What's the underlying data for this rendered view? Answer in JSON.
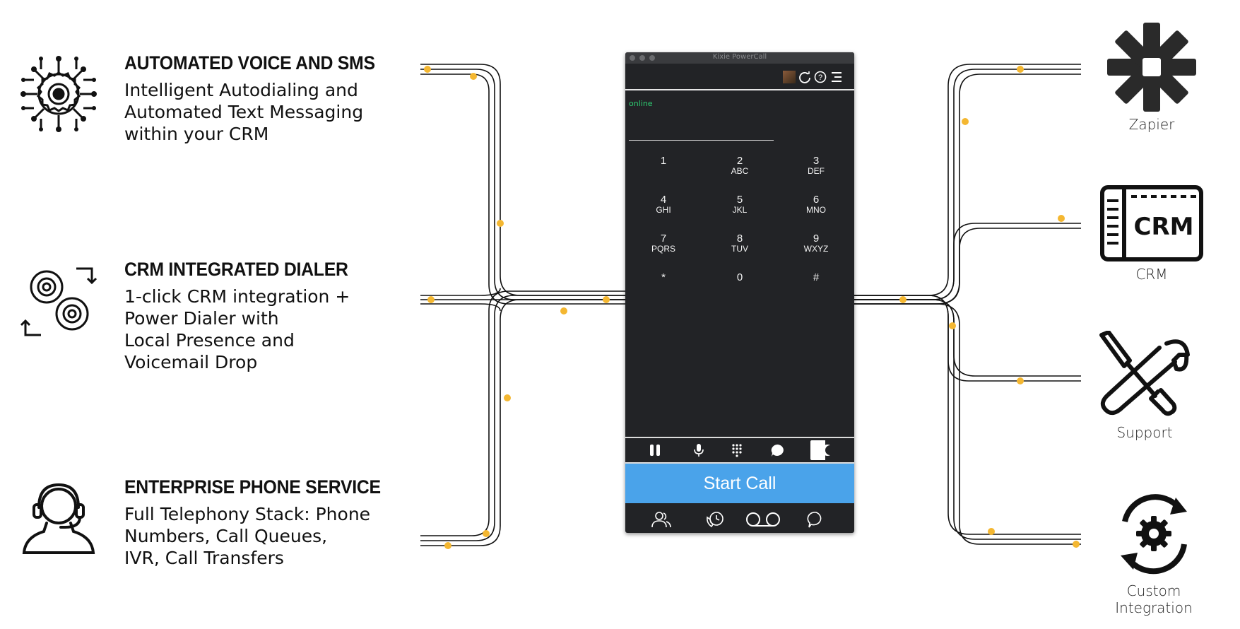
{
  "features": [
    {
      "title": "AUTOMATED VOICE AND SMS",
      "description": "Intelligent Autodialing and\nAutomated Text Messaging\nwithin your CRM",
      "icon": "ai-gear-circuit-icon"
    },
    {
      "title": "CRM INTEGRATED DIALER",
      "description": "1-click CRM integration +\nPower Dialer with\nLocal Presence and\nVoicemail Drop",
      "icon": "gears-sync-icon"
    },
    {
      "title": "ENTERPRISE PHONE SERVICE",
      "description": "Full Telephony Stack: Phone\nNumbers, Call Queues,\nIVR, Call Transfers",
      "icon": "headset-agent-icon"
    }
  ],
  "phone": {
    "window_title": "Kixie PowerCall",
    "status": "online",
    "keys": [
      {
        "digit": "1",
        "letters": ""
      },
      {
        "digit": "2",
        "letters": "ABC"
      },
      {
        "digit": "3",
        "letters": "DEF"
      },
      {
        "digit": "4",
        "letters": "GHI"
      },
      {
        "digit": "5",
        "letters": "JKL"
      },
      {
        "digit": "6",
        "letters": "MNO"
      },
      {
        "digit": "7",
        "letters": "PQRS"
      },
      {
        "digit": "8",
        "letters": "TUV"
      },
      {
        "digit": "9",
        "letters": "WXYZ"
      },
      {
        "digit": "*",
        "letters": ""
      },
      {
        "digit": "0",
        "letters": ""
      },
      {
        "digit": "#",
        "letters": ""
      }
    ],
    "start_call_label": "Start Call",
    "accent": "#4aa3ea",
    "status_color": "#2ecc71",
    "background": "#222326"
  },
  "integrations": [
    {
      "label": "Zapier",
      "icon": "zapier-asterisk-icon"
    },
    {
      "label": "CRM",
      "icon": "crm-window-icon"
    },
    {
      "label": "Support",
      "icon": "wrench-screwdriver-icon"
    },
    {
      "label": "Custom Integration",
      "icon": "gear-cycle-icon"
    }
  ],
  "connector_dot_color": "#f4b731"
}
